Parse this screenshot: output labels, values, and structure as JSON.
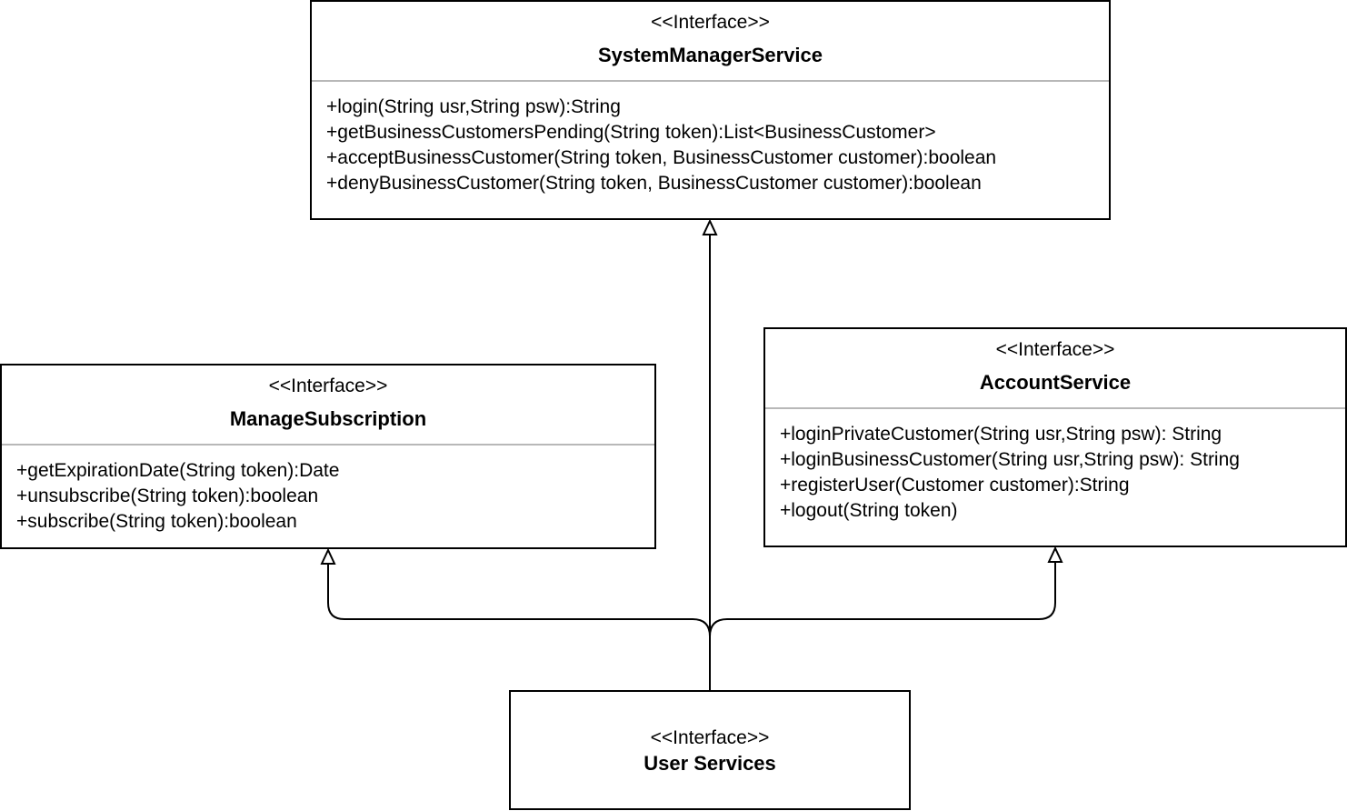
{
  "diagram": {
    "interfaces": [
      {
        "id": "system-manager-service",
        "stereotype": "<<Interface>>",
        "name": "SystemManagerService",
        "methods": [
          "+login(String usr,String psw):String",
          "+getBusinessCustomersPending(String token):List<BusinessCustomer>",
          "+acceptBusinessCustomer(String token, BusinessCustomer customer):boolean",
          "+denyBusinessCustomer(String token, BusinessCustomer customer):boolean"
        ]
      },
      {
        "id": "manage-subscription",
        "stereotype": "<<Interface>>",
        "name": "ManageSubscription",
        "methods": [
          "+getExpirationDate(String token):Date",
          "+unsubscribe(String token):boolean",
          "+subscribe(String token):boolean"
        ]
      },
      {
        "id": "account-service",
        "stereotype": "<<Interface>>",
        "name": "AccountService",
        "methods": [
          "+loginPrivateCustomer(String usr,String psw): String",
          "+loginBusinessCustomer(String usr,String psw): String",
          "+registerUser(Customer customer):String",
          "+logout(String token)"
        ]
      },
      {
        "id": "user-services",
        "stereotype": "<<Interface>>",
        "name": "User Services",
        "methods": []
      }
    ],
    "relations": [
      {
        "type": "generalization",
        "from": "User Services",
        "to": "SystemManagerService"
      },
      {
        "type": "generalization",
        "from": "User Services",
        "to": "ManageSubscription"
      },
      {
        "type": "generalization",
        "from": "User Services",
        "to": "AccountService"
      }
    ]
  }
}
